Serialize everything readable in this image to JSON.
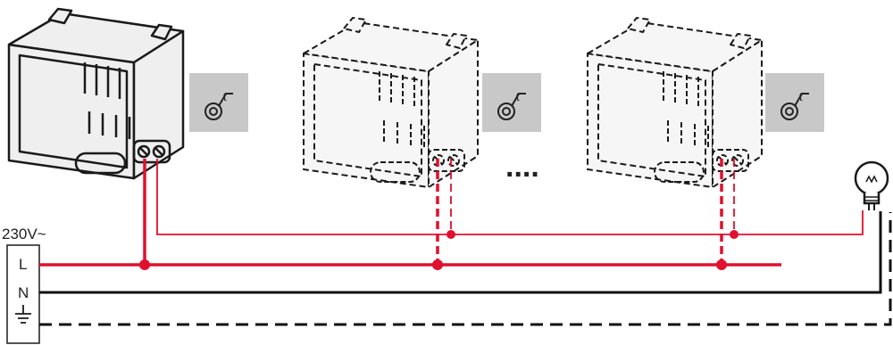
{
  "supply": {
    "voltage": "230V~",
    "terminals": [
      {
        "label": "L",
        "conductor": "live"
      },
      {
        "label": "N",
        "conductor": "neutral"
      },
      {
        "label": "",
        "conductor": "earth",
        "icon": "ground-symbol"
      }
    ]
  },
  "devices": [
    {
      "kind": "timer-pushbutton-module",
      "style": "solid",
      "icon": "timer-button-icon"
    },
    {
      "kind": "timer-pushbutton-module",
      "style": "dashed",
      "icon": "timer-button-icon"
    },
    {
      "kind": "timer-pushbutton-module",
      "style": "dashed",
      "icon": "timer-button-icon"
    }
  ],
  "continuation": "....",
  "load": {
    "kind": "lamp",
    "icon": "light-bulb-icon"
  },
  "colors": {
    "live": "#e0102e",
    "neutral": "#111111",
    "earth": "#111111",
    "icon_box": "#c8c8c8",
    "device_fill": "#f2f2f2",
    "device_stroke": "#1a1a1a"
  }
}
